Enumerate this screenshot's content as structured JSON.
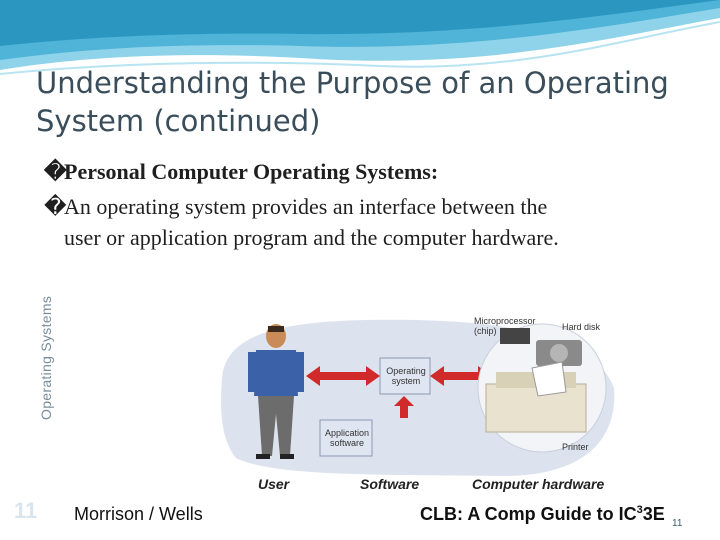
{
  "slide": {
    "title": "Understanding the Purpose of an Operating System (continued)",
    "bullet_mark": "�",
    "bullets": [
      "Personal Computer Operating Systems:",
      "An operating system provides an interface between the",
      "user or application program and the computer hardware."
    ],
    "side_label": "Operating Systems",
    "slide_number_left": "11",
    "footer_left": "Morrison / Wells",
    "footer_right_prefix": "CLB: A Comp Guide to IC",
    "footer_right_sup": "3",
    "footer_right_suffix": "3E",
    "page_number": "11"
  },
  "diagram": {
    "labels": {
      "user": "User",
      "software": "Software",
      "hardware": "Computer hardware",
      "os": "Operating system",
      "app": "Application software",
      "micro": "Microprocessor (chip)",
      "hard_disk": "Hard disk",
      "printer": "Printer"
    }
  },
  "colors": {
    "title": "#3a4d5b",
    "wave_dark": "#2b97c0",
    "wave_light": "#8fd3ea",
    "arrow_red": "#d02a2a",
    "diagram_bg": "#dde3ee"
  }
}
